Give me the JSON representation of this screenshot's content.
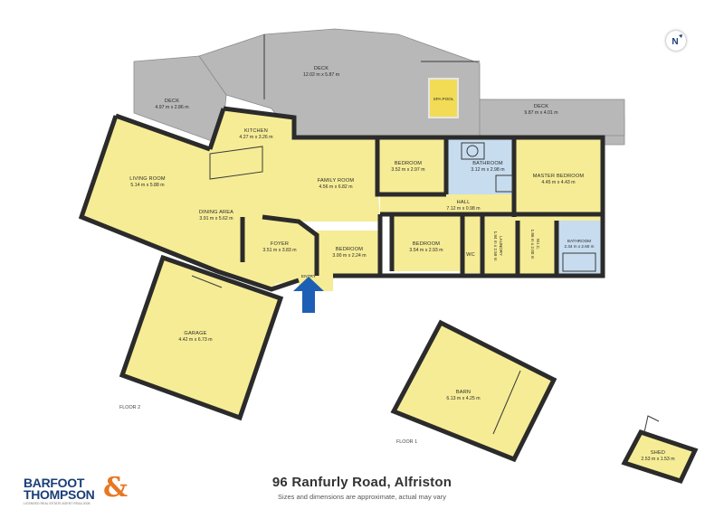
{
  "compass": {
    "letter": "N"
  },
  "rooms": {
    "deck_top": {
      "name": "DECK",
      "dims": "12.02 m x 5.87 m"
    },
    "deck_left": {
      "name": "DECK",
      "dims": "4.97 m x 2.86 m"
    },
    "deck_right": {
      "name": "DECK",
      "dims": "9.87 m x 4.01 m"
    },
    "spa_pool": {
      "name": "SPA POOL"
    },
    "kitchen": {
      "name": "KITCHEN",
      "dims": "4.27 m x 3.26 m"
    },
    "living": {
      "name": "LIVING ROOM",
      "dims": "5.14 m x 5.88 m"
    },
    "dining": {
      "name": "DINING AREA",
      "dims": "3.91 m x 5.62 m"
    },
    "family": {
      "name": "FAMILY ROOM",
      "dims": "4.56 m x 6.82 m"
    },
    "bedroom1": {
      "name": "BEDROOM",
      "dims": "3.52 m x 2.97 m"
    },
    "bathroom1": {
      "name": "BATHROOM",
      "dims": "3.12 m x 2.98 m"
    },
    "master": {
      "name": "MASTER BEDROOM",
      "dims": "4.45 m x 4.43 m"
    },
    "hall": {
      "name": "HALL",
      "dims": "7.12 m x 0.98 m"
    },
    "foyer": {
      "name": "FOYER",
      "dims": "3.51 m x 3.83 m"
    },
    "bedroom2": {
      "name": "BEDROOM",
      "dims": "3.00 m x 2.24 m"
    },
    "bedroom3": {
      "name": "BEDROOM",
      "dims": "3.54 m x 2.93 m"
    },
    "wc": {
      "name": "WC"
    },
    "laundry": {
      "name": "LAUNDRY",
      "dims": "1.94 m x 2.59 m"
    },
    "wic": {
      "name": "W.I.C.",
      "dims": "1.86 m x 2.00 m"
    },
    "bathroom2": {
      "name": "BATHROOM",
      "dims": "2.34 m x 2.60 m"
    },
    "entry": {
      "name": "ENTRY"
    },
    "garage": {
      "name": "GARAGE",
      "dims": "4.42 m x 6.73 m"
    },
    "barn": {
      "name": "BARN",
      "dims": "6.13 m x 4.25 m"
    },
    "shed": {
      "name": "SHED",
      "dims": "2.53 m x 1.53 m"
    }
  },
  "floors": {
    "floor2": "FLOOR 2",
    "floor1": "FLOOR 1"
  },
  "address": {
    "title": "96 Ranfurly Road, Alfriston",
    "note": "Sizes and dimensions are approximate, actual may vary"
  },
  "logo": {
    "line1": "BARFOOT",
    "line2": "THOMPSON",
    "amp": "&",
    "tagline": "LICENSED REAL ESTATE AGENT REAA 2008"
  },
  "colors": {
    "room_fill": "#f6ec95",
    "deck_fill": "#b8b8b8",
    "wet_fill": "#c7dcef",
    "wall": "#2b2b2b",
    "entry_arrow": "#1d5fb4",
    "brand_blue": "#1b3e78",
    "brand_orange": "#e87722"
  }
}
